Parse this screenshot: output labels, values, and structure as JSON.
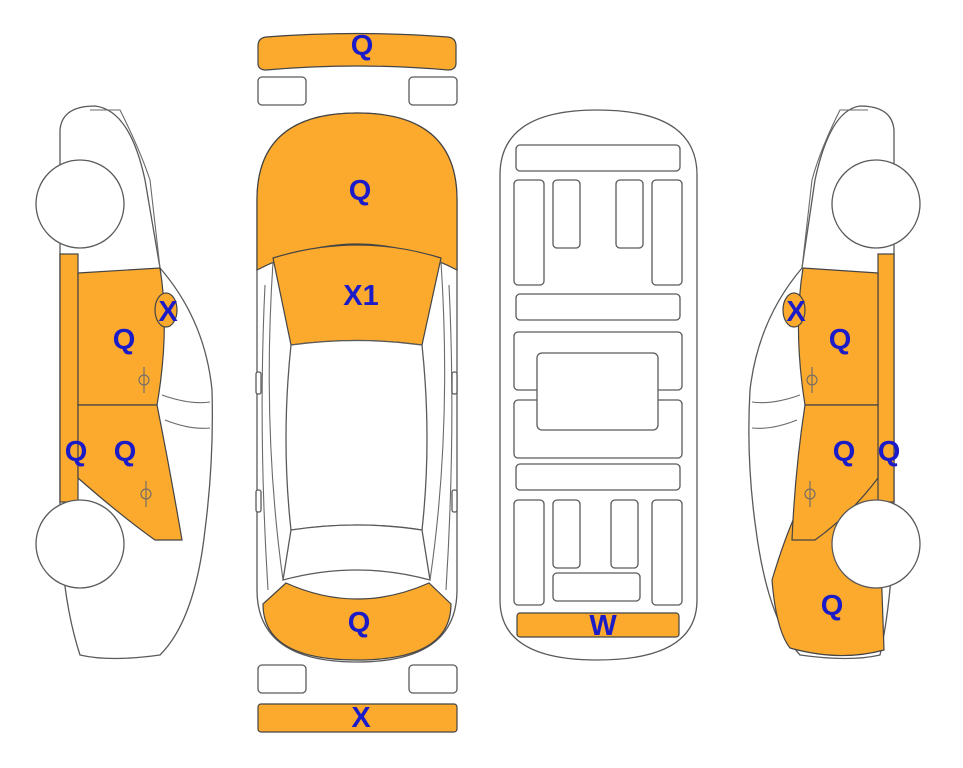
{
  "colors": {
    "damage_fill": "#FBAA2E",
    "label_color": "#1B1BC8",
    "outline": "#5A5A5A"
  },
  "labels": {
    "front_bumper_top": "Q",
    "hood": "Q",
    "windshield": "X1",
    "trunk_lid": "Q",
    "rear_bumper": "X",
    "underbody_rear": "W",
    "left_mirror": "X",
    "left_front_door": "Q",
    "left_rear_door": "Q",
    "left_rocker": "Q",
    "right_mirror": "X",
    "right_front_door": "Q",
    "right_rear_door": "Q",
    "right_rocker": "Q",
    "right_quarter_panel": "Q"
  }
}
